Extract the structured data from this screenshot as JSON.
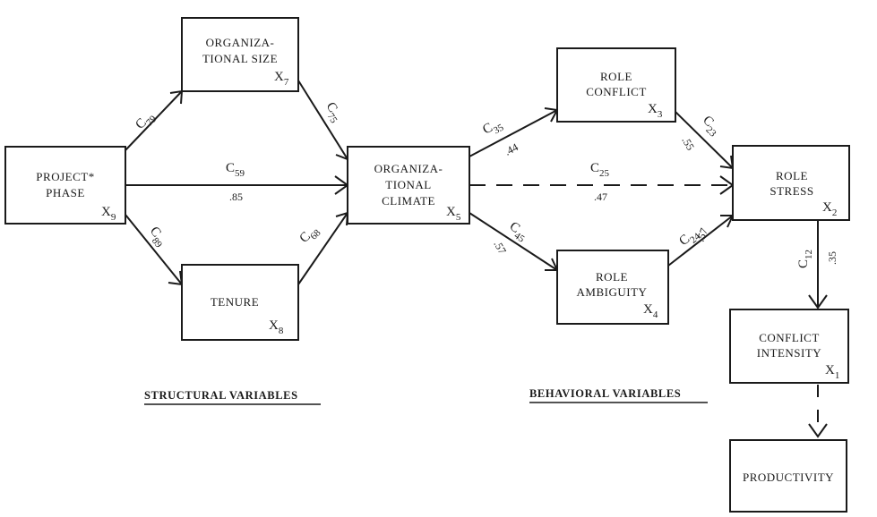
{
  "nodes": {
    "project_phase": {
      "lines": [
        "PROJECT*",
        "PHASE"
      ],
      "var": "X",
      "sub": "9"
    },
    "org_size": {
      "lines": [
        "ORGANIZA-",
        "TIONAL SIZE"
      ],
      "var": "X",
      "sub": "7"
    },
    "tenure": {
      "lines": [
        "TENURE"
      ],
      "var": "X",
      "sub": "8"
    },
    "org_climate": {
      "lines": [
        "ORGANIZA-",
        "TIONAL",
        "CLIMATE"
      ],
      "var": "X",
      "sub": "5"
    },
    "role_conflict": {
      "lines": [
        "ROLE",
        "CONFLICT"
      ],
      "var": "X",
      "sub": "3"
    },
    "role_ambiguity": {
      "lines": [
        "ROLE",
        "AMBIGUITY"
      ],
      "var": "X",
      "sub": "4"
    },
    "role_stress": {
      "lines": [
        "ROLE",
        "STRESS"
      ],
      "var": "X",
      "sub": "2"
    },
    "conflict_intensity": {
      "lines": [
        "CONFLICT",
        "INTENSITY"
      ],
      "var": "X",
      "sub": "1"
    },
    "productivity": {
      "lines": [
        "PRODUCTIVITY"
      ]
    }
  },
  "edges": {
    "c79": {
      "symbol": "C",
      "sub": "79"
    },
    "c89": {
      "symbol": "C",
      "sub": "89"
    },
    "c59": {
      "symbol": "C",
      "sub": "59",
      "value": ".85"
    },
    "c75": {
      "symbol": "C",
      "sub": "75"
    },
    "c68": {
      "symbol": "C",
      "sub": "68"
    },
    "c35": {
      "symbol": "C",
      "sub": "35",
      "value": ".44"
    },
    "c45": {
      "symbol": "C",
      "sub": "45",
      "value": ".57"
    },
    "c25": {
      "symbol": "C",
      "sub": "25",
      "value": ".47"
    },
    "c23": {
      "symbol": "C",
      "sub": "23",
      "value": ".55"
    },
    "c24": {
      "symbol": "C",
      "sub": "24",
      "value": ".57"
    },
    "c12": {
      "symbol": "C",
      "sub": "12",
      "value": ".35"
    }
  },
  "sections": {
    "structural": "STRUCTURAL VARIABLES",
    "behavioral": "BEHAVIORAL VARIABLES"
  },
  "colors": {
    "ink": "#1a1a1a",
    "background": "#ffffff"
  }
}
